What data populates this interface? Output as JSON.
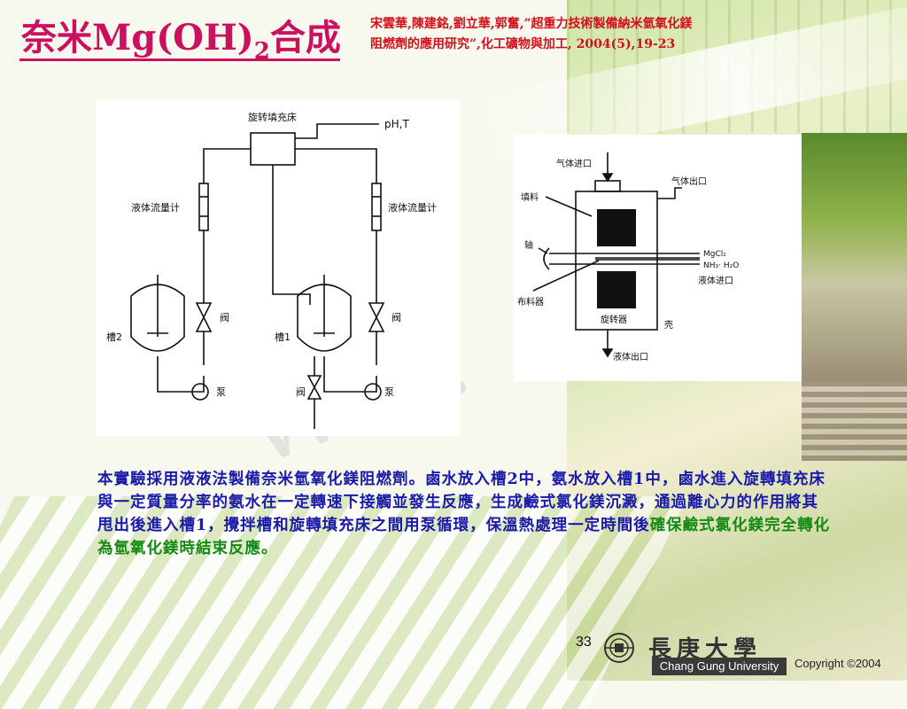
{
  "title": {
    "main": "奈米Mg(OH)",
    "sub": "2",
    "suffix": "合成"
  },
  "citation": {
    "line1": "宋雲華,陳建銘,劉立華,郭奮,”超重力技術製備納米氫氧化鎂",
    "line2": "阻燃劑的應用研究”,化工礦物與加工, 2004(5),19-23"
  },
  "diagram1": {
    "rpb_label": "旋转填充床",
    "ph_label": "pH,T",
    "flowmeter_left": "液体流量计",
    "flowmeter_right": "液体流量计",
    "valve_left": "阀",
    "valve_right": "阀",
    "tank2": "槽2",
    "tank1": "槽1",
    "pump_left": "泵",
    "pump_right": "泵",
    "bottom_valve": "阀"
  },
  "diagram2": {
    "gas_in": "气体进口",
    "gas_out": "气体出口",
    "packing": "填料",
    "shaft": "轴",
    "reagents_line1": "MgCl₂",
    "reagents_line2": "NH₃· H₂O",
    "liquid_in": "液体进口",
    "distributor": "布料器",
    "rotor": "旋转器",
    "shell": "壳",
    "liquid_out": "液体出口"
  },
  "body": {
    "text": "本實驗採用液液法製備奈米氫氧化鎂阻燃劑。鹵水放入槽2中，氨水放入槽1中，鹵水進入旋轉填充床與一定質量分率的氨水在一定轉速下接觸並發生反應，生成鹼式氯化鎂沉澱，通過離心力的作用將其甩出後進入槽1，攪拌槽和旋轉填充床之間用泵循環，保溫熱處理一定時間後",
    "highlight": "確保鹼式氯化鎂完全轉化為氫氧化鎂時結束反應。"
  },
  "footer": {
    "page_number": "33",
    "university_cn": "長庚大學",
    "university_en": "Chang Gung University",
    "copyright": "Copyright ©2004"
  },
  "colors": {
    "title": "#cc1060",
    "citation": "#d0101a",
    "body": "#1a1aa8",
    "highlight": "#148a14"
  }
}
